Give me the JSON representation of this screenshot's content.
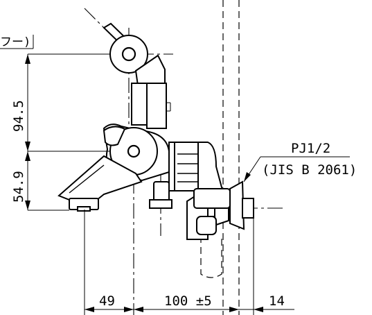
{
  "labels": {
    "top_left_note": "フー)",
    "dim_height_upper": "94.5",
    "dim_height_lower": "54.9",
    "thread_spec": "PJ1/2",
    "thread_standard": "(JIS B 2061)",
    "dim_width_left": "49",
    "dim_width_mid": "100 ±5",
    "dim_width_right": "14"
  }
}
